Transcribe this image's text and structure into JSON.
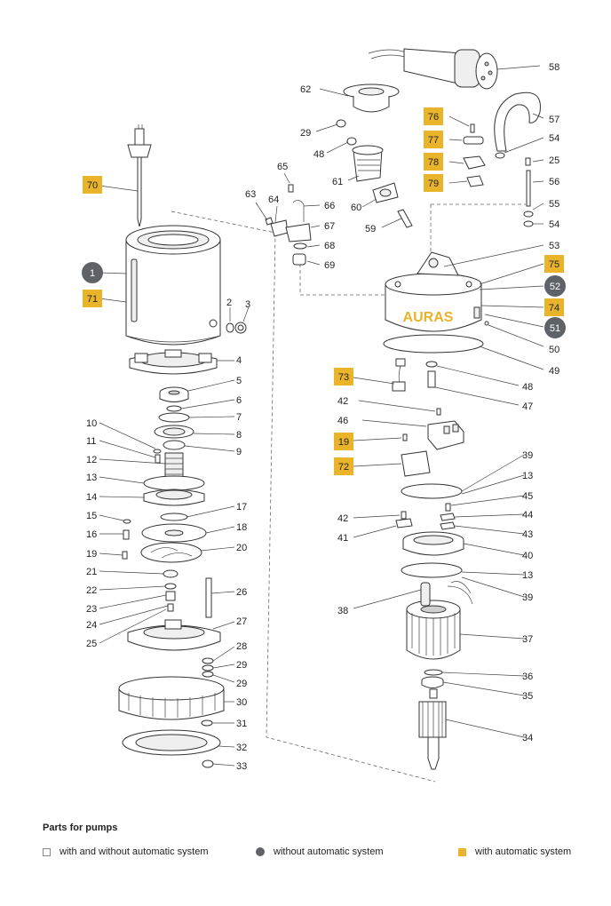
{
  "brand_label": "AURAS",
  "colors": {
    "gold": "#e9b429",
    "dark": "#5f6266",
    "line": "#333333"
  },
  "callouts": {
    "n58": "58",
    "n62": "62",
    "n57": "57",
    "n76": "76",
    "n29a": "29",
    "n77": "77",
    "n54a": "54",
    "n48a": "48",
    "n78": "78",
    "n25a": "25",
    "n65": "65",
    "n61": "61",
    "n79": "79",
    "n56": "56",
    "n70": "70",
    "n63": "63",
    "n64": "64",
    "n66": "66",
    "n60": "60",
    "n55": "55",
    "n67": "67",
    "n59": "59",
    "n54b": "54",
    "n68": "68",
    "n53": "53",
    "n69": "69",
    "n75": "75",
    "n1": "1",
    "n52": "52",
    "n71": "71",
    "n2": "2",
    "n3": "3",
    "n74": "74",
    "n51": "51",
    "n50": "50",
    "n4": "4",
    "n49": "49",
    "n73": "73",
    "n5": "5",
    "n48b": "48",
    "n42a": "42",
    "n6": "6",
    "n47": "47",
    "n7": "7",
    "n46": "46",
    "n8": "8",
    "n10": "10",
    "n9": "9",
    "n19a": "19",
    "n11": "11",
    "n12": "12",
    "n72": "72",
    "n39a": "39",
    "n13a": "13",
    "n45": "45",
    "n14": "14",
    "n17": "17",
    "n42b": "42",
    "n44": "44",
    "n15": "15",
    "n18": "18",
    "n41": "41",
    "n43": "43",
    "n16": "16",
    "n40": "40",
    "n19b": "19",
    "n20": "20",
    "n13b": "13",
    "n21": "21",
    "n39b": "39",
    "n22": "22",
    "n26": "26",
    "n38": "38",
    "n23": "23",
    "n24": "24",
    "n27": "27",
    "n37": "37",
    "n25b": "25",
    "n28": "28",
    "n29b": "29",
    "n29c": "29",
    "n36": "36",
    "n30": "30",
    "n35": "35",
    "n31": "31",
    "n34": "34",
    "n32": "32",
    "n33": "33"
  },
  "legend": {
    "title": "Parts for pumps",
    "items": [
      {
        "label": "with and without automatic system",
        "marker": "outline-square"
      },
      {
        "label": "without automatic system",
        "marker": "dark-dot"
      },
      {
        "label": "with automatic system",
        "marker": "gold-square"
      }
    ]
  }
}
